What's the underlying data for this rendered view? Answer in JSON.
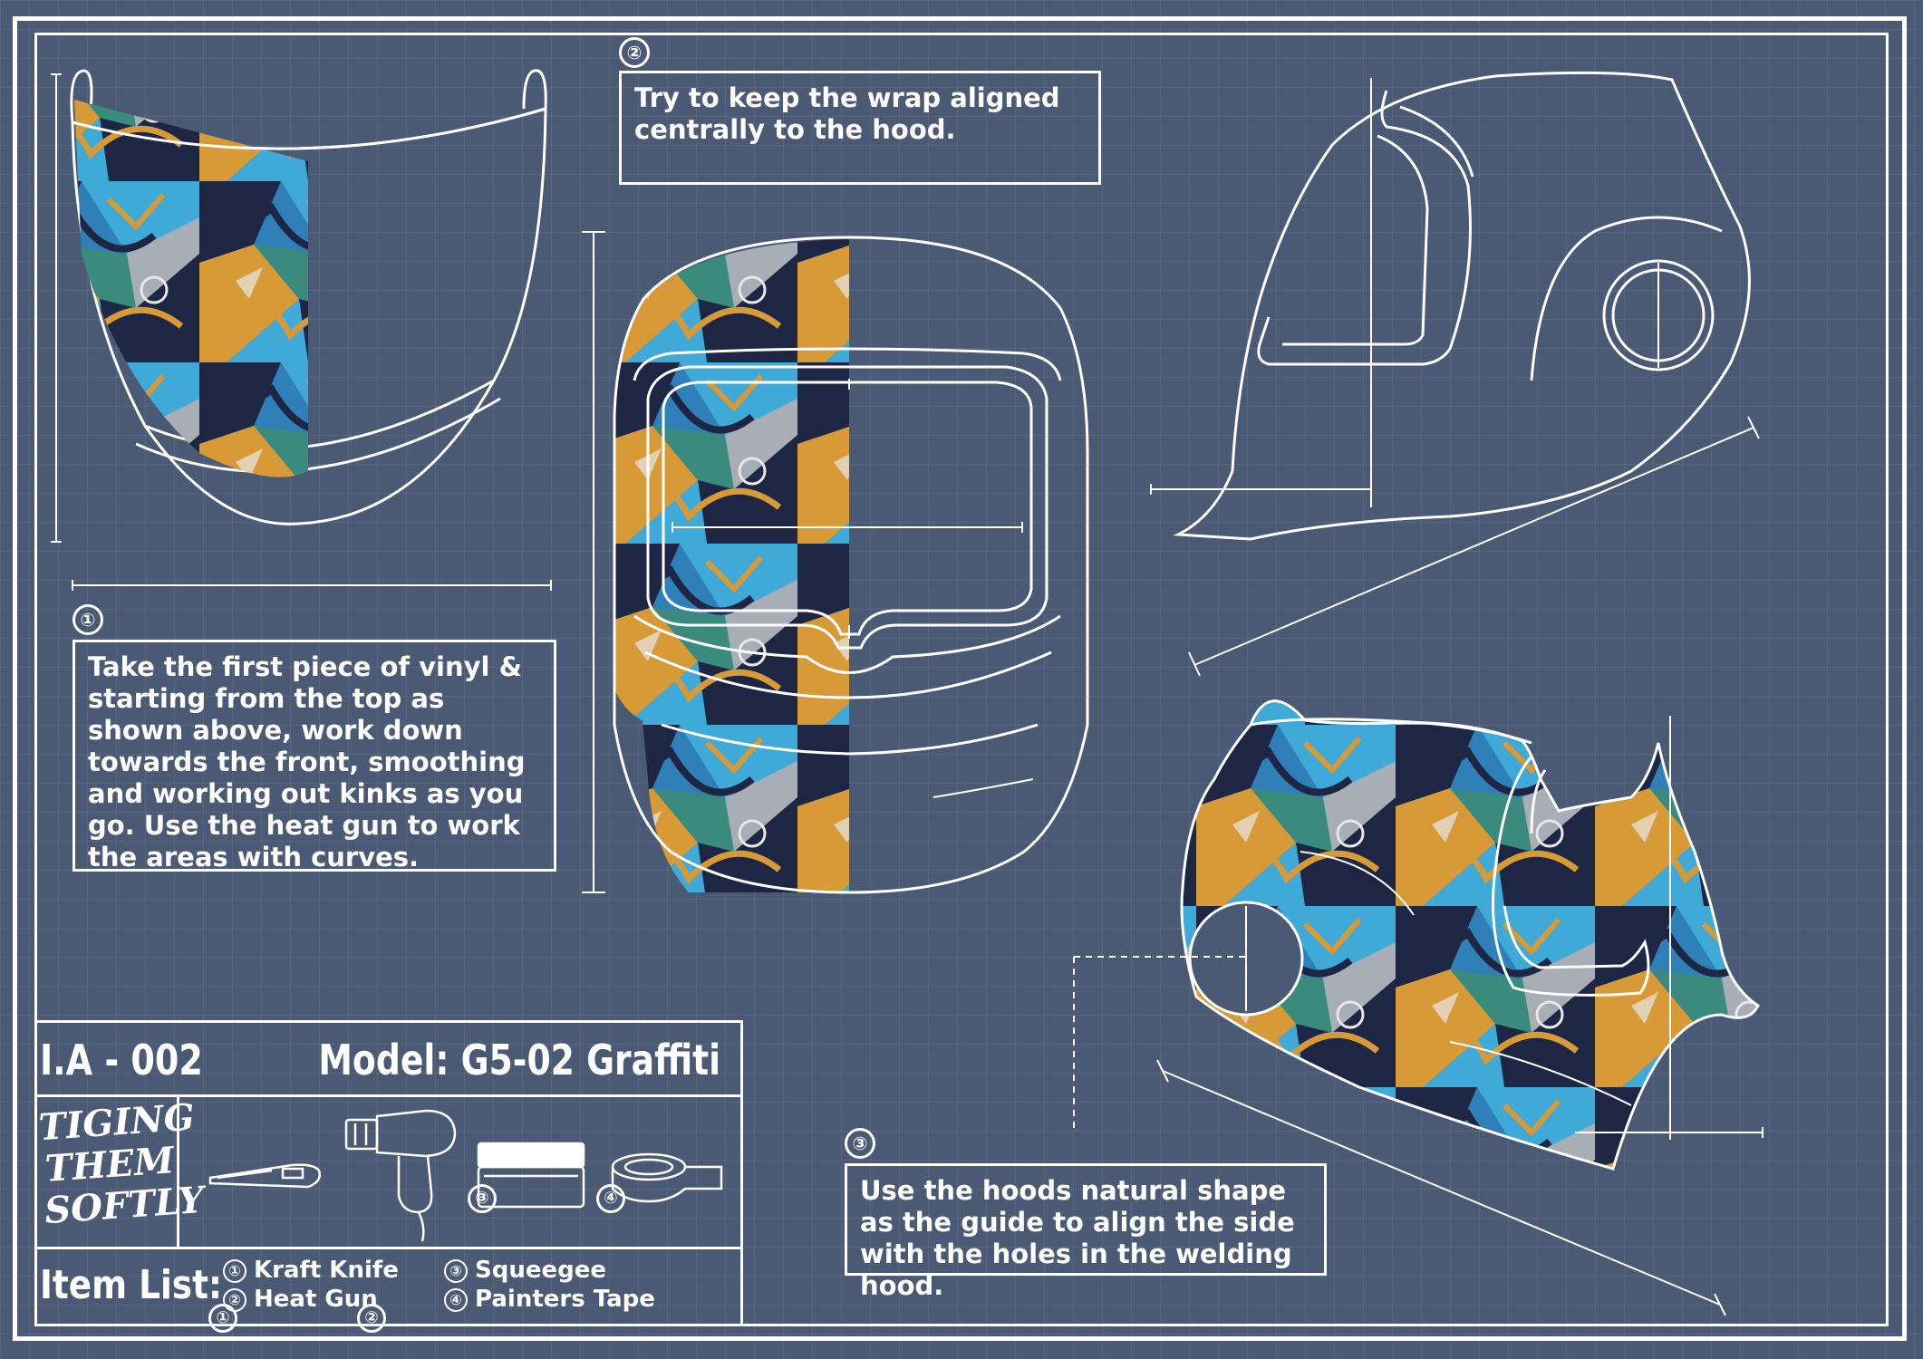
{
  "steps": [
    {
      "number": "①",
      "text": "Take the first piece of vinyl & starting from the top as shown above, work down towards the front, smoothing and working out kinks as you go. Use the heat gun to work the areas with curves."
    },
    {
      "number": "②",
      "text": "Try to keep the wrap aligned centrally to the hood."
    },
    {
      "number": "③",
      "text": "Use the hoods natural shape as the guide to align the side with the holes in the welding hood."
    }
  ],
  "title_block": {
    "code": "I.A - 002",
    "model": "Model: G5-02 Graffiti",
    "logo_text": "TIGING THEM SOFTLY",
    "tool_numbers": [
      "①",
      "②",
      "③",
      "④"
    ],
    "item_list_label": "Item List:",
    "items": [
      {
        "number": "①",
        "label": "Kraft Knife"
      },
      {
        "number": "②",
        "label": "Heat Gun"
      },
      {
        "number": "③",
        "label": "Squeegee"
      },
      {
        "number": "④",
        "label": "Painters Tape"
      }
    ]
  },
  "colors": {
    "background": "#4a5a74",
    "line": "#ffffff",
    "graffiti_navy": "#1d2744",
    "graffiti_blue": "#2f7fb8",
    "graffiti_cyan": "#3fa9d8",
    "graffiti_orange": "#d79a36",
    "graffiti_teal": "#3a8a7e",
    "graffiti_grey": "#a8aeb6"
  }
}
